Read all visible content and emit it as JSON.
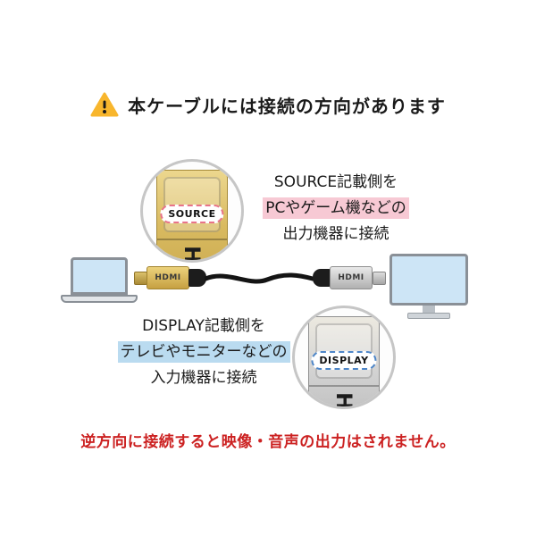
{
  "header": {
    "title": "本ケーブルには接続の方向があります",
    "warning_icon": "warning-triangle",
    "warning_icon_color": "#f8b62d"
  },
  "source_callout": {
    "connector_label": "SOURCE",
    "connector_logo": "HDMI",
    "badge_border_color": "#e8738a",
    "highlight_color": "#f7c9d4",
    "lines": [
      {
        "text": "SOURCE記載側を",
        "highlight": false
      },
      {
        "text": "PCやゲーム機などの",
        "highlight": true
      },
      {
        "text": "出力機器に接続",
        "highlight": false
      }
    ]
  },
  "display_callout": {
    "connector_label": "DISPLAY",
    "connector_logo": "HDMI",
    "badge_border_color": "#4e86c8",
    "highlight_color": "#badbf0",
    "lines": [
      {
        "text": "DISPLAY記載側を",
        "highlight": false
      },
      {
        "text": "テレビやモニターなどの",
        "highlight": true
      },
      {
        "text": "入力機器に接続",
        "highlight": false
      }
    ]
  },
  "cable": {
    "left_connector_logo": "HDMI",
    "right_connector_logo": "HDMI",
    "left_connector_color": "#d4af5c",
    "right_connector_color": "#c0c0c0"
  },
  "devices": {
    "left_icon": "laptop",
    "right_icon": "monitor"
  },
  "footer": {
    "warning_text": "逆方向に接続すると映像・音声の出力はされません。",
    "color": "#cc2222"
  }
}
